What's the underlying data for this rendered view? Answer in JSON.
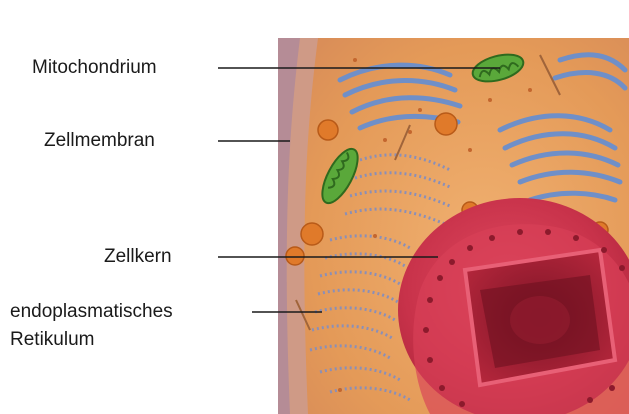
{
  "labels": {
    "mitochondrium": "Mitochondrium",
    "zellmembran": "Zellmembran",
    "zellkern": "Zellkern",
    "er_line1": "endoplasmatisches",
    "er_line2": "Retikulum"
  },
  "colors": {
    "cytoplasm": "#e8a060",
    "membrane": "#c98a8a",
    "nucleus": "#c8324a",
    "nucleus_inner": "#a01f33",
    "mitochondria": "#5aa83a",
    "golgi": "#6f8fc8",
    "er": "#8a8fb8",
    "vesicle": "#e07a2a",
    "leader_line": "#1a1a1a"
  }
}
